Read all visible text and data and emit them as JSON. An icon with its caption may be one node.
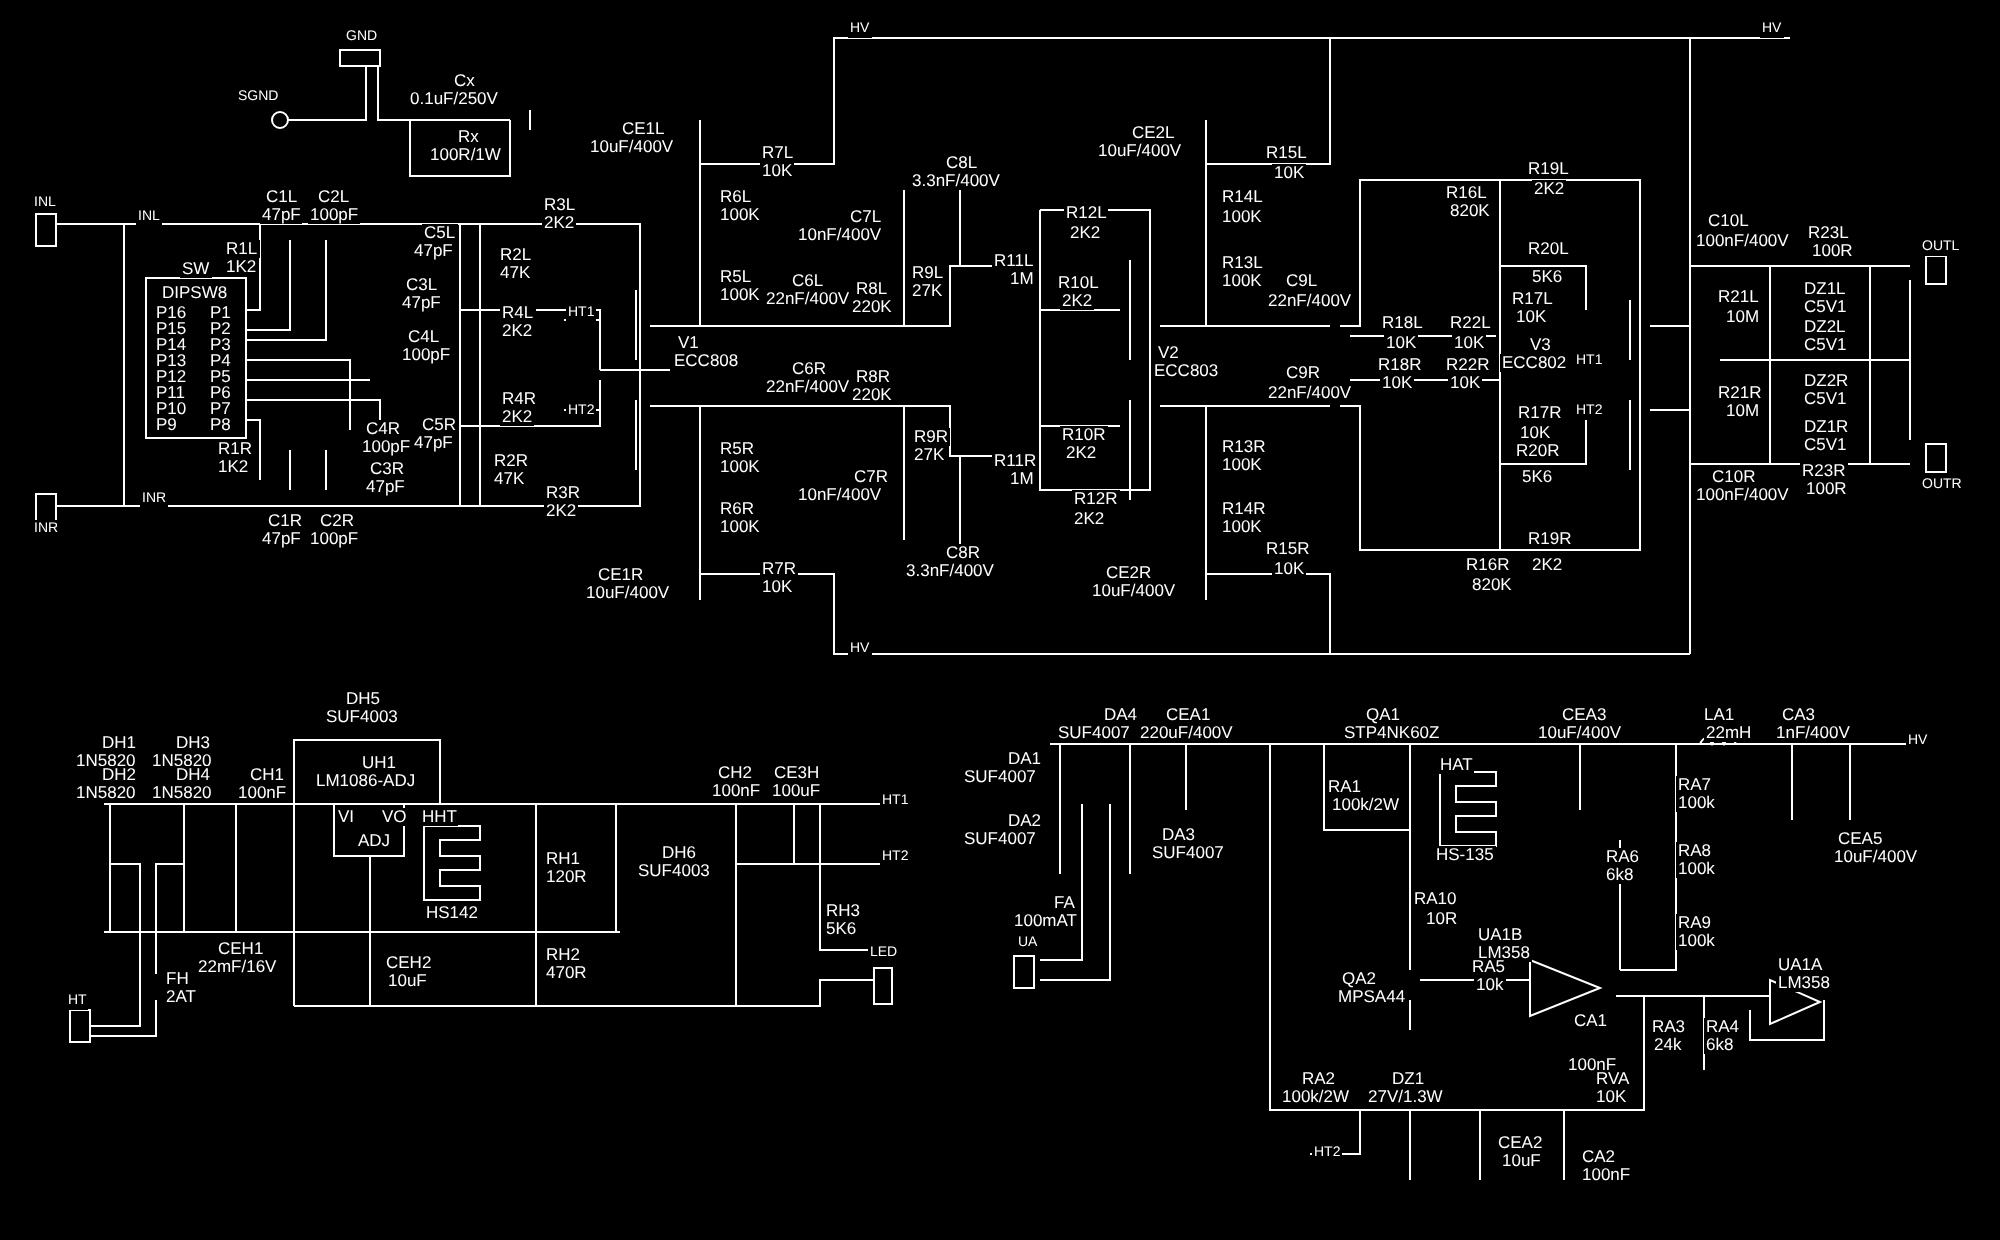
{
  "diagram": {
    "labels": [
      "GND",
      "SGND",
      "Cx",
      "0.1uF/250V",
      "Rx",
      "100R/1W",
      "INL",
      "INL",
      "C1L",
      "47pF",
      "C2L",
      "100pF",
      "R3L",
      "2K2",
      "C5L",
      "47pF",
      "R1L",
      "1K2",
      "R2L",
      "47K",
      "SW",
      "DIPSW8",
      "C3L",
      "47pF",
      "R4L",
      "2K2",
      "HT1",
      "C4L",
      "100pF",
      "V1",
      "ECC808",
      "R4R",
      "2K2",
      "HT2",
      "C5R",
      "47pF",
      "C4R",
      "100pF",
      "R1R",
      "1K2",
      "C3R",
      "47pF",
      "R2R",
      "47K",
      "R3R",
      "2K2",
      "INR",
      "INR",
      "C1R",
      "47pF",
      "C2R",
      "100pF",
      "CE1L",
      "10uF/400V",
      "CE1R",
      "10uF/400V",
      "HV",
      "HV",
      "R7L",
      "10K",
      "R6L",
      "100K",
      "C8L",
      "3.3nF/400V",
      "C7L",
      "10nF/400V",
      "R9L",
      "27K",
      "R5L",
      "100K",
      "C6L",
      "22nF/400V",
      "R8L",
      "220K",
      "R12L",
      "2K2",
      "R11L",
      "1M",
      "R10L",
      "2K2",
      "V2",
      "ECC803",
      "C6R",
      "22nF/400V",
      "R8R",
      "220K",
      "R9R",
      "27K",
      "R10R",
      "2K2",
      "R11R",
      "1M",
      "R5R",
      "100K",
      "C7R",
      "10nF/400V",
      "R12R",
      "2K2",
      "R6R",
      "100K",
      "R7R",
      "10K",
      "C8R",
      "3.3nF/400V",
      "HV",
      "CE2L",
      "10uF/400V",
      "R15L",
      "10K",
      "R14L",
      "100K",
      "R13L",
      "100K",
      "C9L",
      "22nF/400V",
      "C9R",
      "22nF/400V",
      "R13R",
      "100K",
      "R14R",
      "100K",
      "R15R",
      "10K",
      "CE2R",
      "10uF/400V",
      "R19L",
      "2K2",
      "R16L",
      "820K",
      "R20L",
      "5K6",
      "R17L",
      "10K",
      "R18L",
      "10K",
      "R22L",
      "10K",
      "V3",
      "ECC802",
      "R18R",
      "10K",
      "R22R",
      "10K",
      "HT1",
      "HT2",
      "R17R",
      "10K",
      "R20R",
      "5K6",
      "R19R",
      "2K2",
      "R16R",
      "820K",
      "C10L",
      "100nF/400V",
      "R23L",
      "100R",
      "OUTL",
      "R21L",
      "10M",
      "DZ1L",
      "C5V1",
      "DZ2L",
      "C5V1",
      "DZ2R",
      "C5V1",
      "R21R",
      "10M",
      "DZ1R",
      "C5V1",
      "R23R",
      "100R",
      "C10R",
      "100nF/400V",
      "OUTR",
      "DH5",
      "SUF4003",
      "DH1",
      "1N5820",
      "DH3",
      "1N5820",
      "UH1",
      "LM1086-ADJ",
      "DH2",
      "1N5820",
      "DH4",
      "1N5820",
      "CH1",
      "100nF",
      "CH2",
      "100nF",
      "CE3H",
      "100uF",
      "VI",
      "VO",
      "ADJ",
      "HHT",
      "HT1",
      "RH1",
      "120R",
      "DH6",
      "SUF4003",
      "HT2",
      "HS142",
      "RH3",
      "5K6",
      "CEH1",
      "22mF/16V",
      "RH2",
      "470R",
      "CEH2",
      "10uF",
      "LED",
      "FH",
      "2AT",
      "HT",
      "DA4",
      "SUF4007",
      "CEA1",
      "220uF/400V",
      "QA1",
      "STP4NK60Z",
      "CEA3",
      "10uF/400V",
      "LA1",
      "22mH",
      "CA3",
      "1nF/400V",
      "HV",
      "DA1",
      "SUF4007",
      "HAT",
      "RA1",
      "100k/2W",
      "RA7",
      "100k",
      "DA2",
      "SUF4007",
      "DA3",
      "SUF4007",
      "HS-135",
      "CEA5",
      "10uF/400V",
      "RA6",
      "6k8",
      "RA8",
      "100k",
      "RA10",
      "10R",
      "FA",
      "100mAT",
      "RA9",
      "100k",
      "UA1B",
      "LM358",
      "UA",
      "UA1A",
      "LM358",
      "QA2",
      "MPSA44",
      "RA5",
      "10k",
      "CA1",
      "RA3",
      "24k",
      "RA4",
      "6k8",
      "100nF",
      "RA2",
      "100k/2W",
      "DZ1",
      "27V/1.3W",
      "RVA",
      "10K",
      "CEA2",
      "10uF",
      "CA2",
      "100nF",
      "HT2",
      "P16",
      "P15",
      "P14",
      "P13",
      "P12",
      "P11",
      "P10",
      "P9",
      "P1",
      "P2",
      "P3",
      "P4",
      "P5",
      "P6",
      "P7",
      "P8"
    ]
  }
}
